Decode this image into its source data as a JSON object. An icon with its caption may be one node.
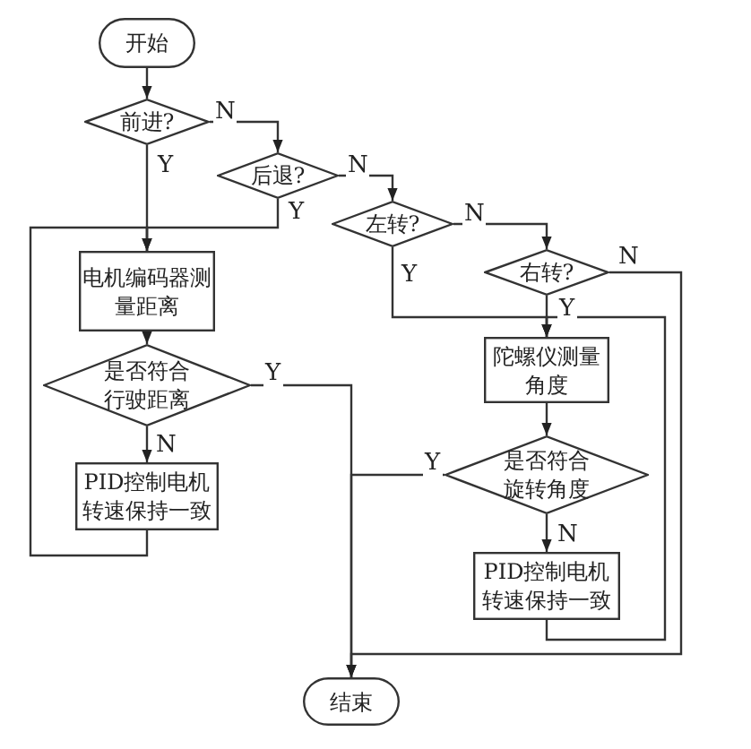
{
  "diagram": {
    "nodes": [
      {
        "text": [
          "开始"
        ]
      },
      {
        "text": [
          "前进?"
        ]
      },
      {
        "text": [
          "后退?"
        ]
      },
      {
        "text": [
          "左转?"
        ]
      },
      {
        "text": [
          "右转?"
        ]
      },
      {
        "text": [
          "电机编码器测量距离"
        ]
      },
      {
        "text": [
          "是否符合行驶距离"
        ]
      },
      {
        "text": [
          "PID控制电机转速保持一致"
        ]
      },
      {
        "text": [
          "陀螺仪测量角度"
        ]
      },
      {
        "text": [
          "是否符合旋转角度"
        ]
      },
      {
        "text": [
          "PID控制电机转速保持一致"
        ]
      },
      {
        "text": [
          "结束"
        ]
      }
    ],
    "edges": [
      {
        "from": 0,
        "to": 1,
        "arrow": "to"
      },
      {
        "from": 1,
        "to": 2,
        "arrow": "to",
        "label": "N"
      },
      {
        "from": 1,
        "to": 5,
        "arrow": "to",
        "label": "Y"
      },
      {
        "from": 2,
        "to": 3,
        "arrow": "to",
        "label": "N"
      },
      {
        "from": 2,
        "to": 5,
        "arrow": "to",
        "label": "Y"
      },
      {
        "from": 3,
        "to": 4,
        "arrow": "to",
        "label": "N"
      },
      {
        "from": 3,
        "to": 8,
        "arrow": "to",
        "label": "Y"
      },
      {
        "from": 4,
        "to": 8,
        "arrow": "to",
        "label": "Y"
      },
      {
        "from": 5,
        "to": 6,
        "arrow": "to"
      },
      {
        "from": 6,
        "to": 7,
        "arrow": "to",
        "label": "N"
      },
      {
        "from": 6,
        "to": 11,
        "arrow": "to",
        "label": "Y"
      },
      {
        "from": 7,
        "to": 5,
        "arrow": "to"
      },
      {
        "from": 8,
        "to": 9,
        "arrow": "to"
      },
      {
        "from": 9,
        "to": 10,
        "arrow": "to",
        "label": "N"
      },
      {
        "from": 9,
        "to": 11,
        "arrow": "to",
        "label": "Y"
      },
      {
        "from": 10,
        "to": 8,
        "arrow": "to"
      },
      {
        "from": 4,
        "to": 11,
        "arrow": "to",
        "label": "N"
      }
    ]
  }
}
